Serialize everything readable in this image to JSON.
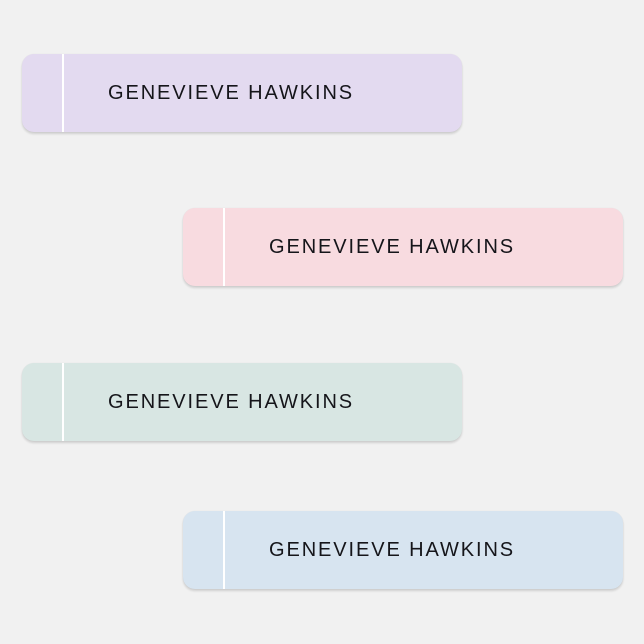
{
  "labels": [
    {
      "text": "GENEVIEVE HAWKINS",
      "color": "#e3daf0"
    },
    {
      "text": "GENEVIEVE HAWKINS",
      "color": "#f8dbe0"
    },
    {
      "text": "GENEVIEVE HAWKINS",
      "color": "#d8e6e3"
    },
    {
      "text": "GENEVIEVE HAWKINS",
      "color": "#d7e4f0"
    }
  ],
  "colors": {
    "background": "#f1f1f1",
    "text": "#15151a",
    "divider": "#ffffff"
  }
}
